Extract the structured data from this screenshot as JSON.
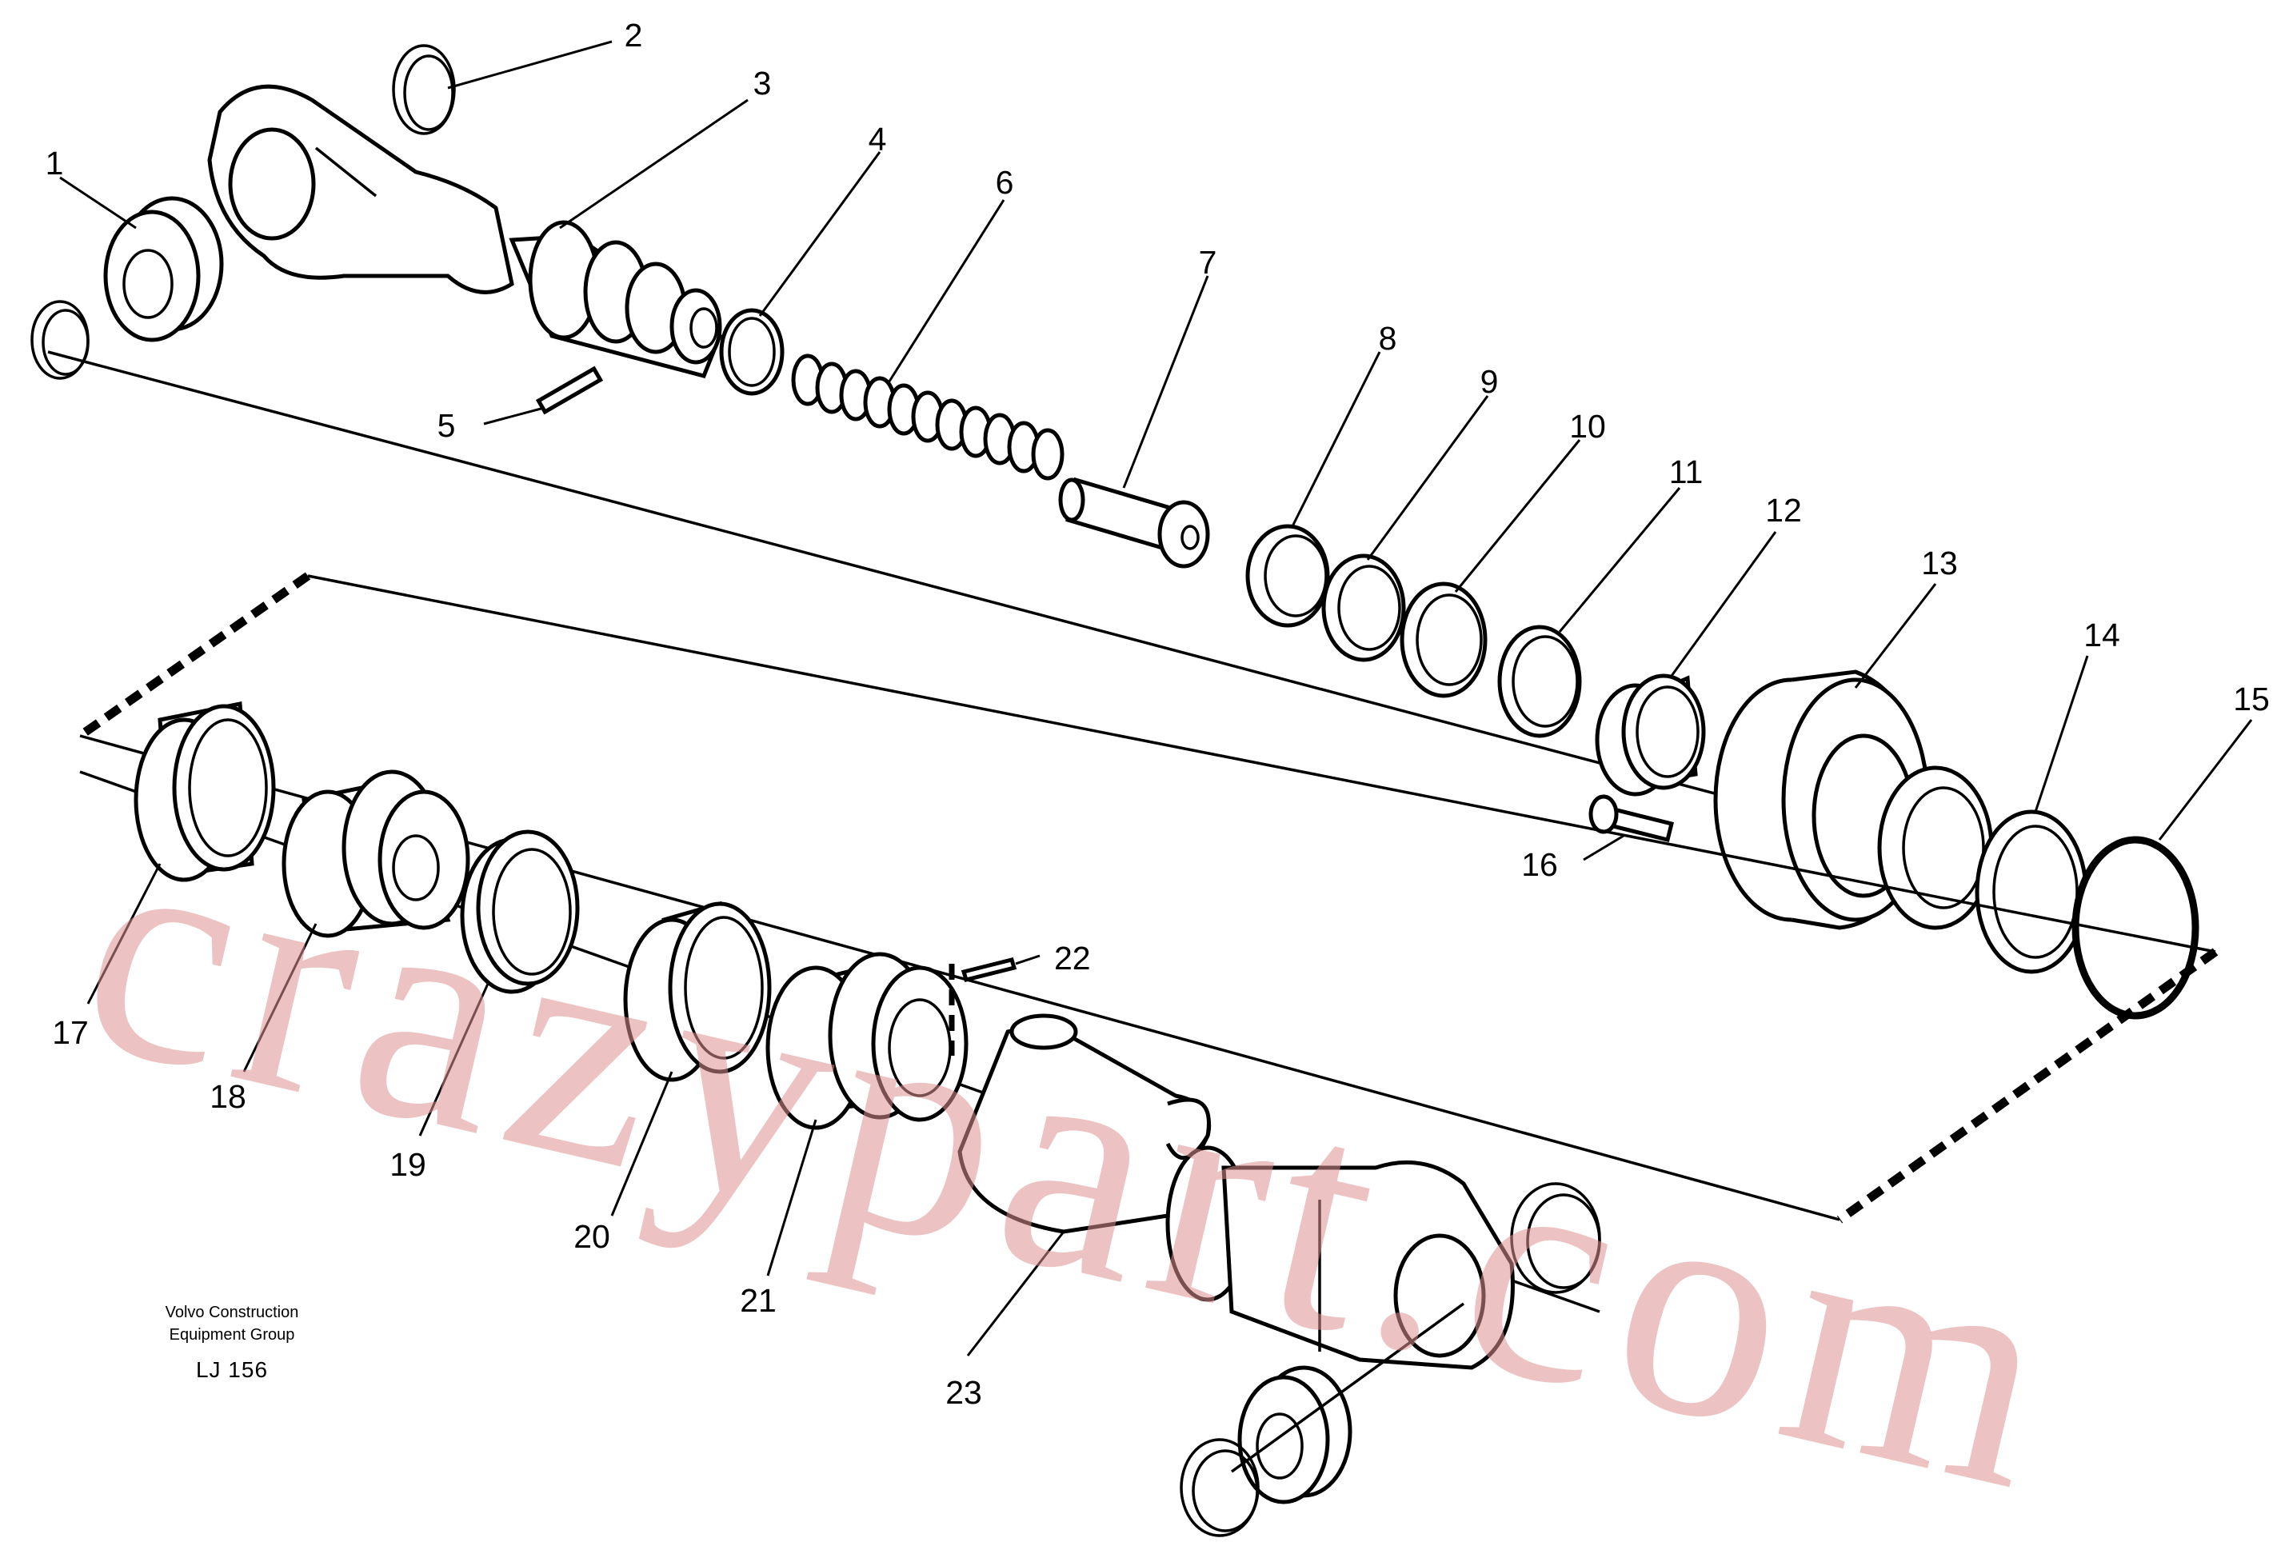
{
  "diagram": {
    "callouts": [
      "1",
      "2",
      "3",
      "4",
      "5",
      "6",
      "7",
      "8",
      "9",
      "10",
      "11",
      "12",
      "13",
      "14",
      "15",
      "16",
      "17",
      "18",
      "19",
      "20",
      "21",
      "22",
      "23"
    ],
    "credit_line1": "Volvo Construction",
    "credit_line2": "Equipment Group",
    "reference": "LJ 156"
  },
  "watermark": {
    "text": "crazypart.com",
    "color": "#dc8f90"
  }
}
